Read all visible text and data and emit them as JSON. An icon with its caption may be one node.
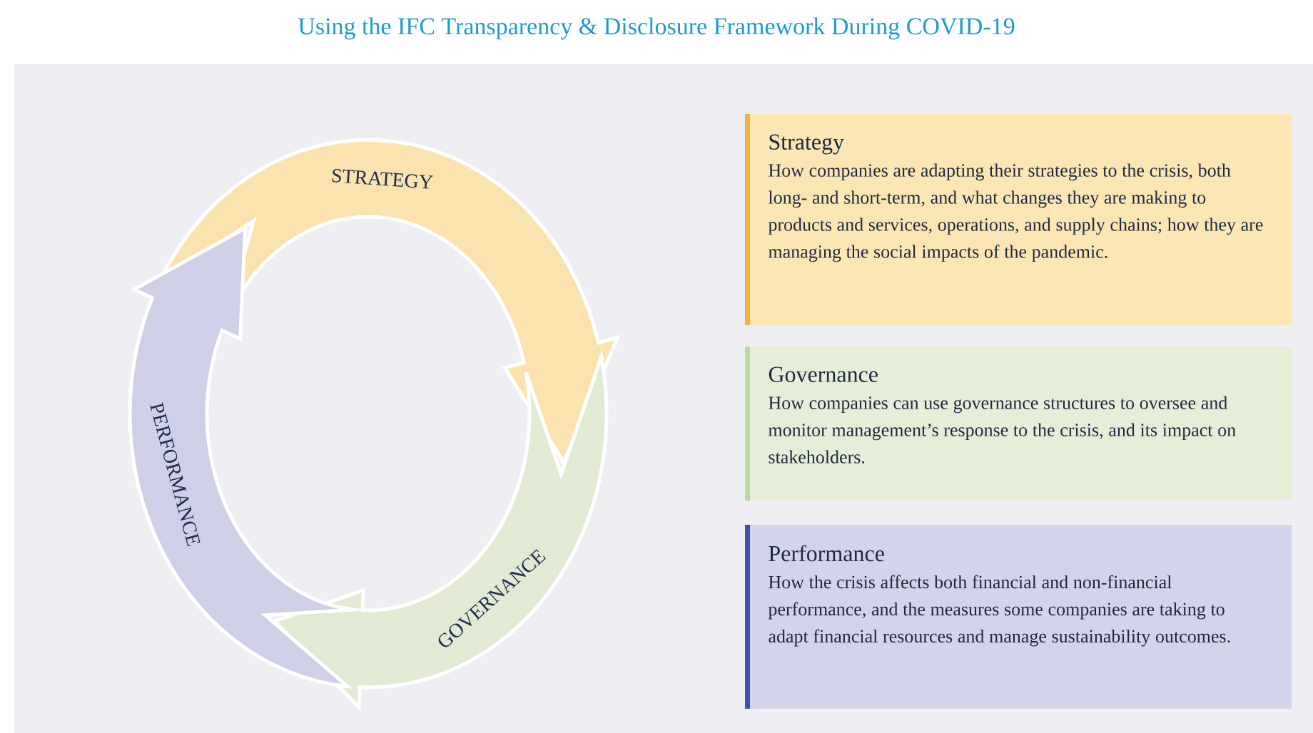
{
  "diagram": {
    "title": "Using the IFC Transparency & Disclosure Framework During COVID-19",
    "nodes": [
      {
        "text": [
          "STRATEGY"
        ]
      },
      {
        "text": [
          "GOVERNANCE"
        ]
      },
      {
        "text": [
          "PERFORMANCE"
        ]
      },
      {
        "text": [
          "Strategy",
          "How companies are adapting their strategies to the crisis, both long- and short-term, and what changes they are making to products and services, operations, and supply chains; how they are managing the social impacts of the pandemic."
        ]
      },
      {
        "text": [
          "Governance",
          "How companies can use governance structures to oversee and monitor management’s response to the crisis, and its impact on stakeholders."
        ]
      },
      {
        "text": [
          "Performance",
          "How the crisis affects both financial and non-financial performance, and the measures some companies are taking to adapt financial resources  and manage sustainability outcomes."
        ]
      }
    ],
    "edges": [
      {
        "from": 0,
        "to": 1,
        "arrow": "to"
      },
      {
        "from": 1,
        "to": 2,
        "arrow": "to"
      },
      {
        "from": 2,
        "to": 0,
        "arrow": "to"
      }
    ]
  }
}
